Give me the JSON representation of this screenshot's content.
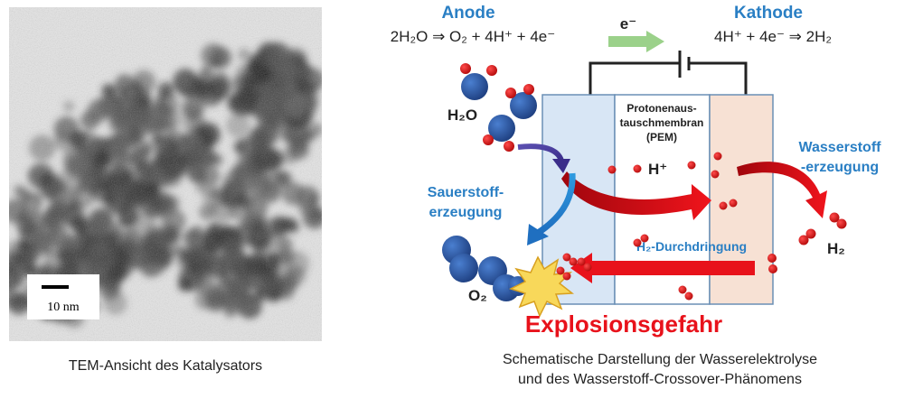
{
  "tem": {
    "scale_bar_label": "10 nm",
    "caption": "TEM-Ansicht des Katalysators"
  },
  "diagram": {
    "anode_title": "Anode",
    "kathode_title": "Kathode",
    "electron_label": "e⁻",
    "anode_reaction": "2H₂O ⇒ O₂ + 4H⁺ + 4e⁻",
    "kathode_reaction": "4H⁺ + 4e⁻ ⇒ 2H₂",
    "membrane_line1": "Protonenaus-",
    "membrane_line2": "tauschmembran",
    "membrane_line3": "(PEM)",
    "water_label": "H₂O",
    "proton_label": "H⁺",
    "hydrogen_gen_line1": "Wasserstoff",
    "hydrogen_gen_line2": "-erzeugung",
    "oxygen_gen_line1": "Sauerstoff-",
    "oxygen_gen_line2": "erzeugung",
    "crossover_label": "H₂-Durchdringung",
    "hydrogen_label": "H₂",
    "oxygen_label": "O₂",
    "explosion_label": "Explosionsgefahr",
    "caption_line1": "Schematische Darstellung der Wasserelektrolyse",
    "caption_line2": "und des Wasserstoff-Crossover-Phänomens"
  },
  "colors": {
    "blue_text": "#2a7fc4",
    "red": "#e8121b",
    "molecule_blue": "#2c5aa0",
    "anode_fill": "#d8e6f5",
    "kathode_fill": "#f7e1d4",
    "green_arrow": "#9bd18a"
  }
}
